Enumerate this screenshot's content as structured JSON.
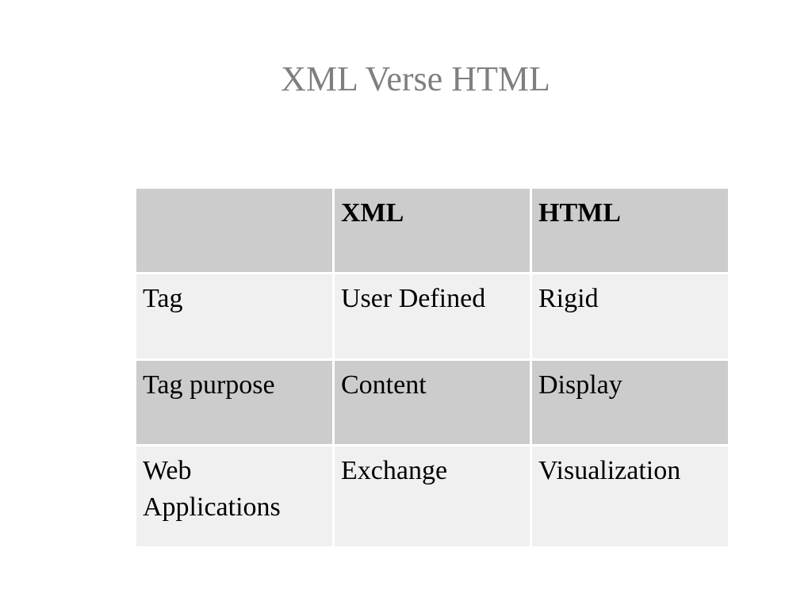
{
  "slide": {
    "title": "XML Verse HTML"
  },
  "table": {
    "header": [
      "",
      "XML",
      "HTML"
    ],
    "rows": [
      [
        "Tag",
        "User Defined",
        "Rigid"
      ],
      [
        "Tag purpose",
        "Content",
        "Display"
      ],
      [
        "Web Applications",
        "Exchange",
        "Visualization"
      ]
    ]
  },
  "colors": {
    "title": "#7f7f7f",
    "band_dark": "#cccccc",
    "band_light": "#f0f0f0"
  }
}
